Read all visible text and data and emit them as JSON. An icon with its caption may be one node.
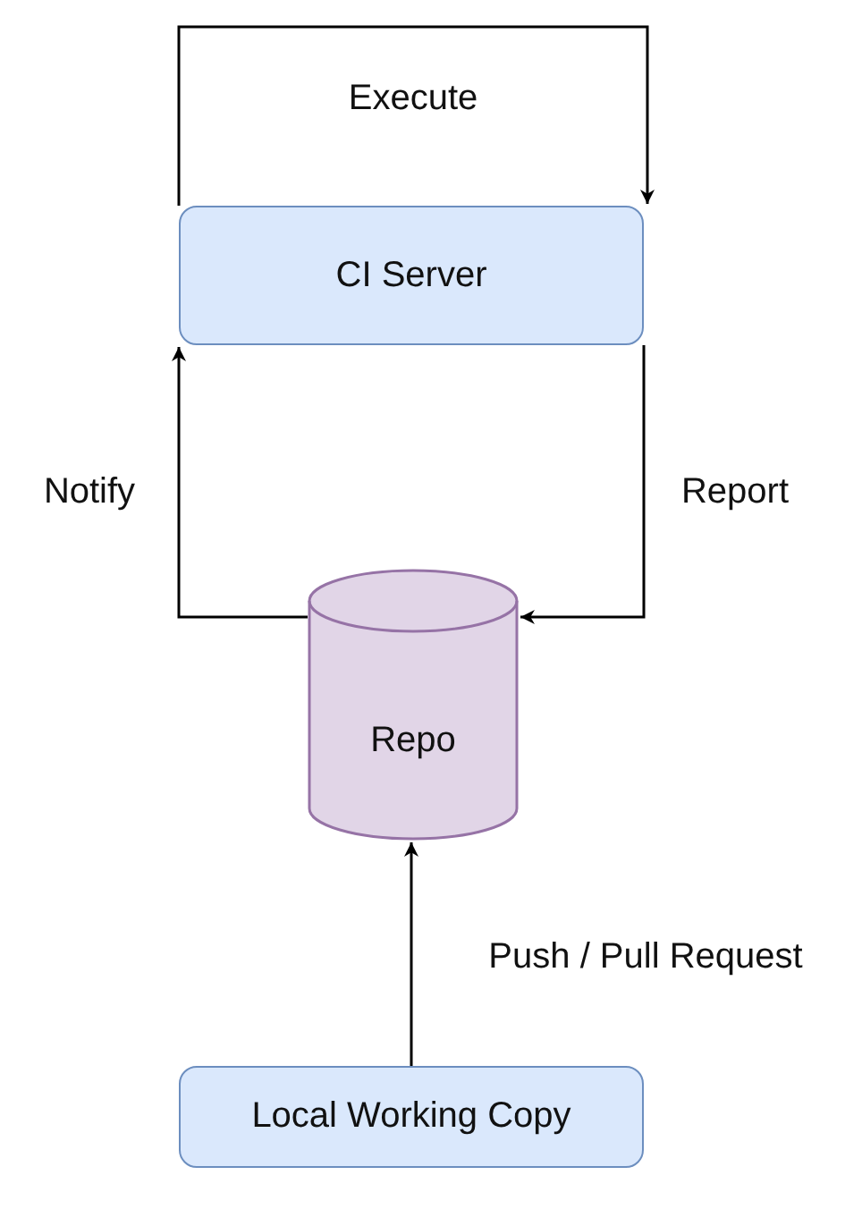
{
  "diagram": {
    "nodes": [
      {
        "text": [
          "CI Server"
        ]
      },
      {
        "text": [
          "Repo"
        ]
      },
      {
        "text": [
          "Local Working Copy"
        ]
      }
    ],
    "edges": [
      {
        "from": 0,
        "to": 0,
        "arrow": "to",
        "label": "Execute"
      },
      {
        "from": 1,
        "to": 0,
        "arrow": "to",
        "label": "Notify"
      },
      {
        "from": 0,
        "to": 1,
        "arrow": "to",
        "label": "Report"
      },
      {
        "from": 2,
        "to": 1,
        "arrow": "to",
        "label": "Push / Pull Request"
      }
    ]
  }
}
